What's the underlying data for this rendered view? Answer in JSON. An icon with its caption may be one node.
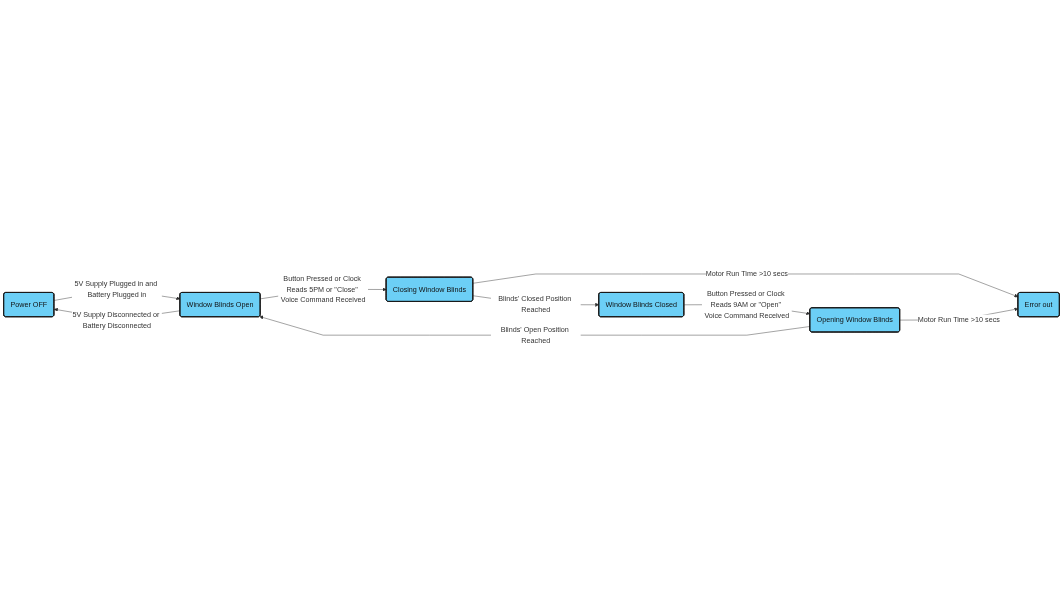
{
  "diagram": {
    "nodes": [
      {
        "text": [
          "Power OFF"
        ]
      },
      {
        "text": [
          "Window Blinds Open"
        ]
      },
      {
        "text": [
          "Closing Window Blinds"
        ]
      },
      {
        "text": [
          "Error out"
        ]
      },
      {
        "text": [
          "Window Blinds Closed"
        ]
      },
      {
        "text": [
          "Opening Window Blinds"
        ]
      }
    ],
    "edges": [
      {
        "from": 0,
        "to": 1,
        "arrow": "to",
        "label": "5V Supply Plugged in and Battery Plugged in"
      },
      {
        "from": 1,
        "to": 0,
        "arrow": "to",
        "label": "5V Supply Disconnected or Battery Disconnected"
      },
      {
        "from": 1,
        "to": 2,
        "arrow": "to",
        "label": "Button Pressed or Clock Reads 5PM or \"Close\" Voice Command Received"
      },
      {
        "from": 2,
        "to": 3,
        "arrow": "to",
        "label": "Motor Run Time >10 secs"
      },
      {
        "from": 2,
        "to": 4,
        "arrow": "to",
        "label": "Blinds' Closed Position Reached"
      },
      {
        "from": 4,
        "to": 5,
        "arrow": "to",
        "label": "Button Pressed or Clock Reads 9AM or \"Open\" Voice Command Received"
      },
      {
        "from": 5,
        "to": 3,
        "arrow": "to",
        "label": "Motor Run Time >10 secs"
      },
      {
        "from": 5,
        "to": 1,
        "arrow": "to",
        "label": "Blinds' Open Position Reached"
      }
    ]
  }
}
